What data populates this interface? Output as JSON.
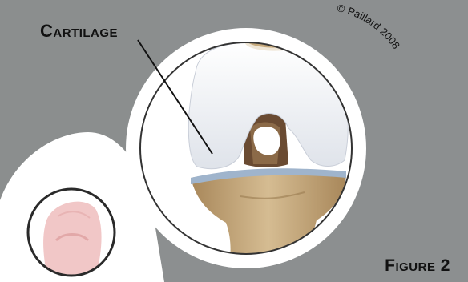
{
  "labels": {
    "cartilage": "Cartilage",
    "figure": "Figure 2",
    "copyright": "© Paillard 2008"
  },
  "colors": {
    "background": "#8c8f90",
    "circle_fill": "#ffffff",
    "circle_border": "#3a3a3a",
    "cartilage": "#f2f4f8",
    "bone": "#c8ab7e",
    "bone_shadow": "#9a7b50",
    "meniscus": "#9fb4cc",
    "inset_bone": "#f1c7c7"
  }
}
